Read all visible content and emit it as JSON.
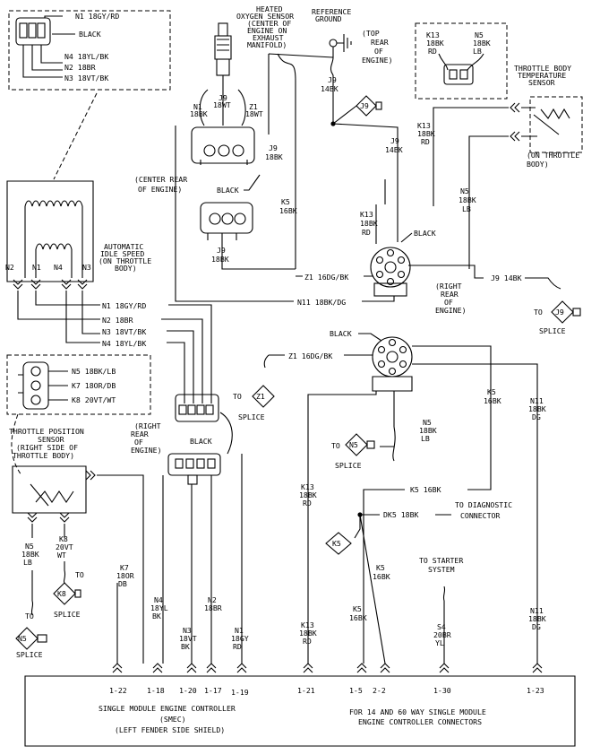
{
  "tpl": {
    "n1": "N1 18GY/RD",
    "black": "BLACK",
    "n4": "N4 18YL/BK",
    "n2": "N2 18BR",
    "n3": "N3 18VT/BK"
  },
  "o2": {
    "title": [
      "HEATED",
      "OXYGEN SENSOR",
      "(CENTER OF",
      "ENGINE ON",
      "EXHAUST",
      "MANIFOLD)"
    ],
    "n1": [
      "N1",
      "18BK"
    ],
    "j9": [
      "J9",
      "18WT"
    ],
    "z1": [
      "Z1",
      "18WT"
    ]
  },
  "refground": {
    "title": [
      "REFERENCE",
      "GROUND"
    ],
    "note": [
      "(TOP",
      "REAR",
      "OF",
      "ENGINE)"
    ],
    "wire": [
      "J9",
      "14BK"
    ]
  },
  "j9splice_top": "J9",
  "k13conn": {
    "k13": [
      "K13",
      "18BK",
      "RD"
    ],
    "n5": [
      "N5",
      "18BK",
      "LB"
    ]
  },
  "tbts": {
    "title": [
      "THROTTLE BODY",
      "TEMPERATURE",
      "SENSOR"
    ],
    "note": [
      "(ON THROTTLE",
      "BODY)"
    ],
    "k13": [
      "K13",
      "18BK",
      "RD"
    ],
    "j9": [
      "J9",
      "14BK"
    ],
    "n5": [
      "N5",
      "18BK",
      "LB"
    ]
  },
  "center": {
    "j9a": [
      "J9",
      "18BK"
    ],
    "note": [
      "(CENTER REAR",
      "OF ENGINE)"
    ],
    "black": "BLACK",
    "j9b": [
      "J9",
      "18BK"
    ],
    "k5": [
      "K5",
      "16BK"
    ],
    "k13": [
      "K13",
      "18BK",
      "RD"
    ],
    "black2": "BLACK",
    "z1": "Z1 16DG/BK",
    "n11": "N11 18BK/DG"
  },
  "aism": {
    "title": [
      "AUTOMATIC",
      "IDLE SPEED",
      "(ON THROTTLE",
      "BODY)"
    ],
    "pins": [
      "N2",
      "N1",
      "N4",
      "N3"
    ]
  },
  "tpsconn": {
    "n1": "N1 18GY/RD",
    "n2": "N2 18BR",
    "n3": "N3 18VT/BK",
    "n4": "N4 18YL/BK",
    "n5": "N5 18BK/LB",
    "k7": "K7 18OR/DB",
    "k8": "K8 20VT/WT"
  },
  "tps": {
    "title": [
      "THROTTLE POSITION",
      "SENSOR",
      "(RIGHT SIDE OF",
      "THROTTLE BODY)"
    ],
    "n5": [
      "N5",
      "18BK",
      "LB"
    ],
    "k8": [
      "K8",
      "20VT",
      "WT"
    ],
    "k8splice": "K8",
    "n5splice": "N5",
    "to": "TO",
    "splice": "SPLICE"
  },
  "rightrear": {
    "note": [
      "(RIGHT",
      "REAR",
      "OF",
      "ENGINE)"
    ],
    "black": "BLACK",
    "j9": "J9 14BK",
    "j9splice": "J9",
    "to": "TO",
    "splice": "SPLICE"
  },
  "mid": {
    "black": "BLACK",
    "z1": "Z1 16DG/BK",
    "z1splice": "Z1",
    "to": "TO",
    "splice": "SPLICE",
    "k5": [
      "K5",
      "16BK"
    ],
    "n11": [
      "N11",
      "18BK",
      "DG"
    ],
    "n5": [
      "N5",
      "18BK",
      "LB"
    ],
    "n5splice": "N5",
    "splice2": "SPLICE"
  },
  "lower": {
    "rightrear": [
      "(RIGHT",
      "REAR",
      "OF",
      "ENGINE)"
    ],
    "black": "BLACK",
    "k7": [
      "K7",
      "18OR",
      "DB"
    ],
    "n4": [
      "N4",
      "18YL",
      "BK"
    ],
    "n3": [
      "N3",
      "18VT",
      "BK"
    ],
    "n2": [
      "N2",
      "18BR"
    ],
    "n1": [
      "N1",
      "18GY",
      "RD"
    ],
    "k13": [
      "K13",
      "18BK",
      "RD"
    ],
    "k13b": [
      "K13",
      "18BK",
      "RD"
    ],
    "k5top": "K5 16BK",
    "dk5": "DK5 18BK",
    "todiag": [
      "TO DIAGNOSTIC",
      "CONNECTOR"
    ],
    "k5splice": "K5",
    "k5a": [
      "K5",
      "16BK"
    ],
    "k5b": [
      "K5",
      "16BK"
    ],
    "tostarter": [
      "TO STARTER",
      "SYSTEM"
    ],
    "s4": [
      "S4",
      "20BR",
      "YL"
    ],
    "n11": [
      "N11",
      "18BK",
      "DG"
    ]
  },
  "pins": [
    "1-22",
    "1-18",
    "1-20",
    "1-17",
    "1-19",
    "1-21",
    "1-5",
    "2-2",
    "1-30",
    "1-23"
  ],
  "smec": {
    "line1": "SINGLE MODULE ENGINE CONTROLLER",
    "line2": "(SMEC)",
    "line3": "(LEFT FENDER SIDE SHIELD)",
    "note1": "FOR 14 AND 60 WAY SINGLE MODULE",
    "note2": "ENGINE CONTROLLER CONNECTORS"
  }
}
